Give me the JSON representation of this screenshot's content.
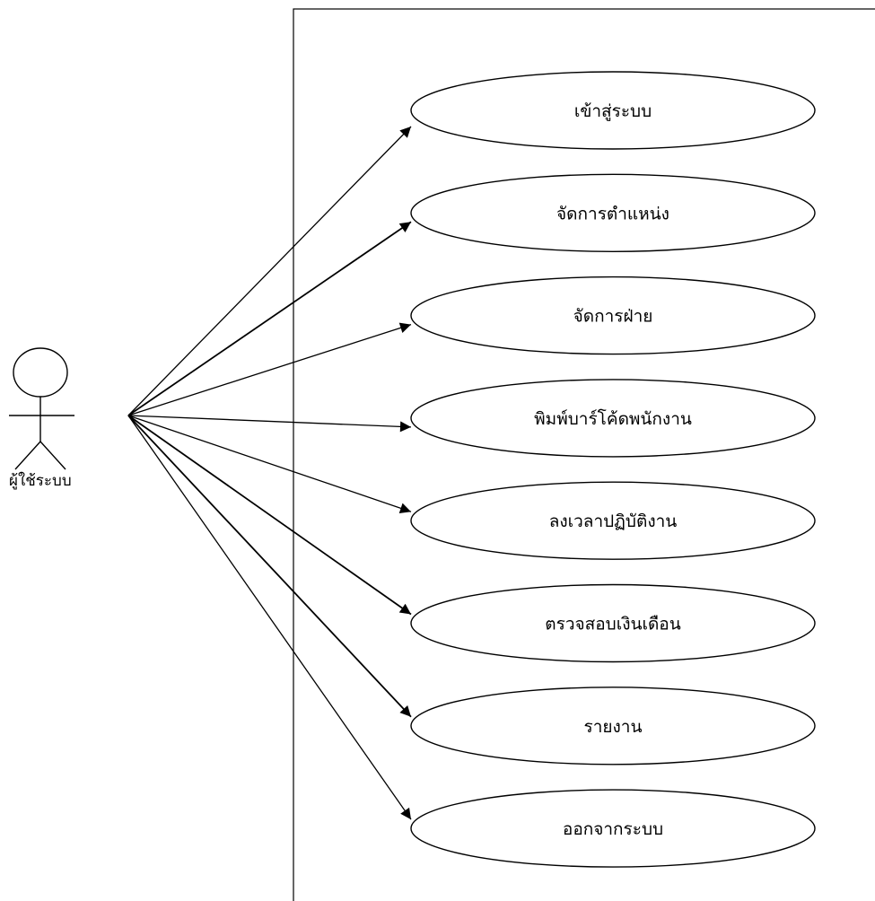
{
  "actor": {
    "label": "ผู้ใช้ระบบ"
  },
  "use_cases": [
    {
      "id": "login",
      "label": "เข้าสู่ระบบ"
    },
    {
      "id": "manage-position",
      "label": "จัดการตำแหน่ง"
    },
    {
      "id": "manage-department",
      "label": "จัดการฝ่าย"
    },
    {
      "id": "print-employee-barcode",
      "label": "พิมพ์บาร์โค้ดพนักงาน"
    },
    {
      "id": "clock-in",
      "label": "ลงเวลาปฏิบัติงาน"
    },
    {
      "id": "check-salary",
      "label": "ตรวจสอบเงินเดือน"
    },
    {
      "id": "report",
      "label": "รายงาน"
    },
    {
      "id": "logout",
      "label": "ออกจากระบบ"
    }
  ],
  "colors": {
    "stroke": "#000000",
    "background": "#ffffff"
  }
}
